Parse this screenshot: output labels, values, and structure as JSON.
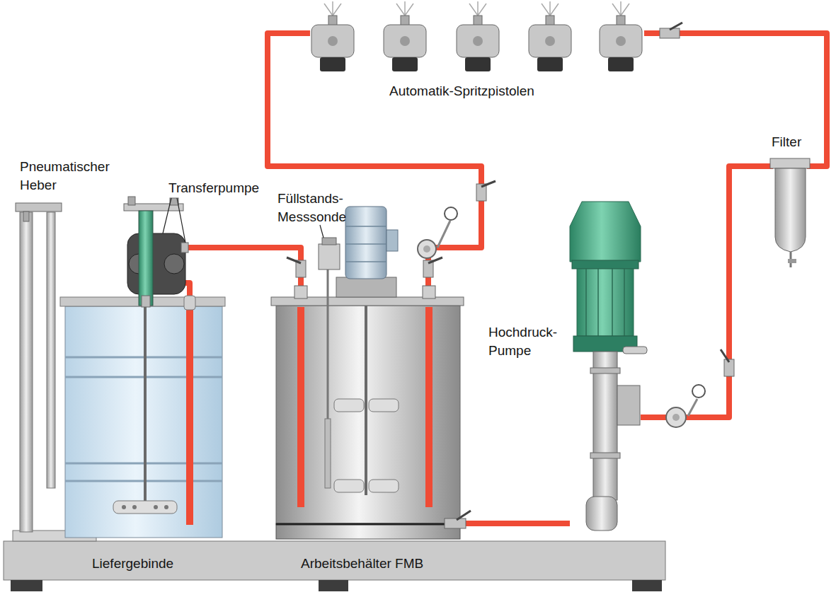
{
  "diagram": {
    "nodes": [
      {
        "text": [
          "Automatik-Spritzpistolen"
        ]
      },
      {
        "text": [
          "Filter"
        ]
      },
      {
        "text": [
          "Transferpumpe"
        ]
      },
      {
        "text": [
          "Hochdruck- Pumpe"
        ]
      },
      {
        "text": [
          "Liefergebinde"
        ]
      },
      {
        "text": [
          "Arbeitsbehälter FMB"
        ]
      }
    ],
    "edges": [
      {
        "from": 4,
        "to": 2,
        "arrow": "none"
      },
      {
        "from": 2,
        "to": 5,
        "arrow": "none"
      },
      {
        "from": 5,
        "to": 3,
        "arrow": "none"
      },
      {
        "from": 3,
        "to": 1,
        "arrow": "none"
      },
      {
        "from": 1,
        "to": 0,
        "arrow": "none"
      },
      {
        "from": 0,
        "to": 5,
        "arrow": "none"
      }
    ],
    "labels": [
      "Pneumatischer Heber",
      "Füllstands- Messsonde"
    ]
  }
}
